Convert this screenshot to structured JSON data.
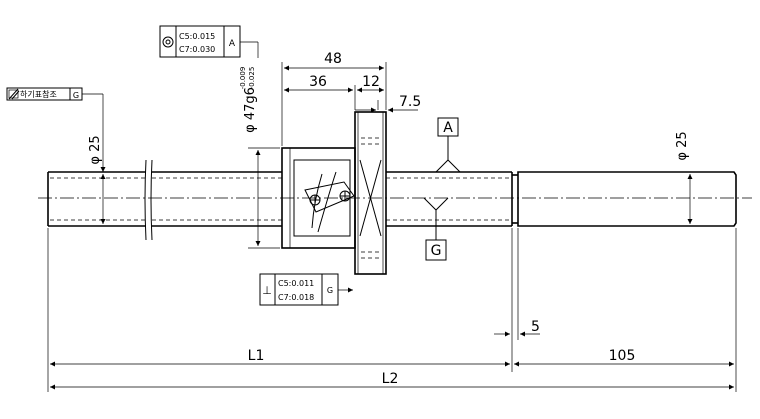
{
  "dimensions": {
    "nut_length": "48",
    "flange_side": "36",
    "flange_thickness": "12",
    "offset": "7.5",
    "flange_dia": "φ 47g6",
    "flange_dia_tol_upper": "-0.009",
    "flange_dia_tol_lower": "-0.025",
    "shaft_dia_left": "φ 25",
    "shaft_dia_right": "φ 25",
    "shoulder": "5",
    "end_length": "105",
    "thread_length": "L1",
    "total_length": "L2"
  },
  "datums": {
    "a": "A",
    "g": "G"
  },
  "tolerance_frames": {
    "runout_note": {
      "symbol_name": "total-runout-symbol",
      "text": "하기표참조",
      "datum": "G"
    },
    "concentricity": {
      "symbol_name": "concentricity-symbol",
      "c5": "C5:0.015",
      "c7": "C7:0.030",
      "datum": "A"
    },
    "perpendicularity": {
      "symbol": "⊥",
      "c5": "C5:0.011",
      "c7": "C7:0.018",
      "datum": "G"
    }
  }
}
